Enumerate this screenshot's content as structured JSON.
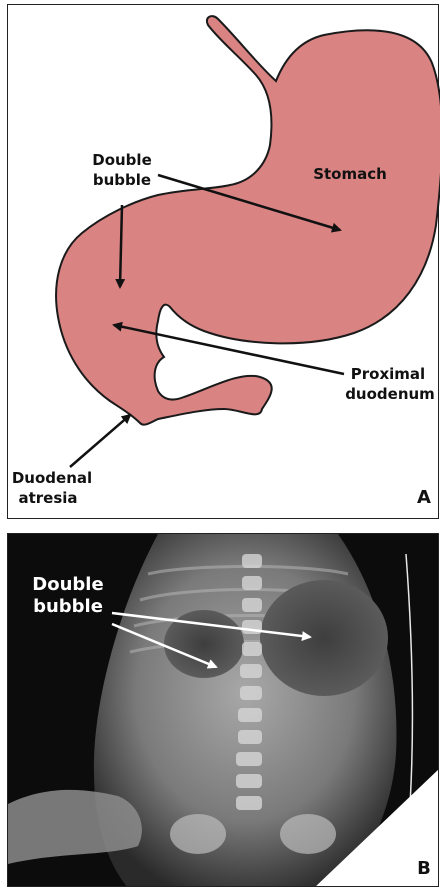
{
  "panel_a": {
    "labels": {
      "double_bubble_line1": "Double",
      "double_bubble_line2": "bubble",
      "stomach": "Stomach",
      "proximal_line1": "Proximal",
      "proximal_line2": "duodenum",
      "atresia_line1": "Duodenal",
      "atresia_line2": "atresia"
    },
    "panel_letter": "A",
    "colors": {
      "organ_fill": "#d98383",
      "organ_stroke": "#1a1a1a",
      "arrow": "#111111"
    }
  },
  "panel_b": {
    "labels": {
      "double_bubble_line1": "Double",
      "double_bubble_line2": "bubble"
    },
    "panel_letter": "B",
    "colors": {
      "background": "#0c0c0c",
      "arrow": "#ffffff"
    }
  }
}
